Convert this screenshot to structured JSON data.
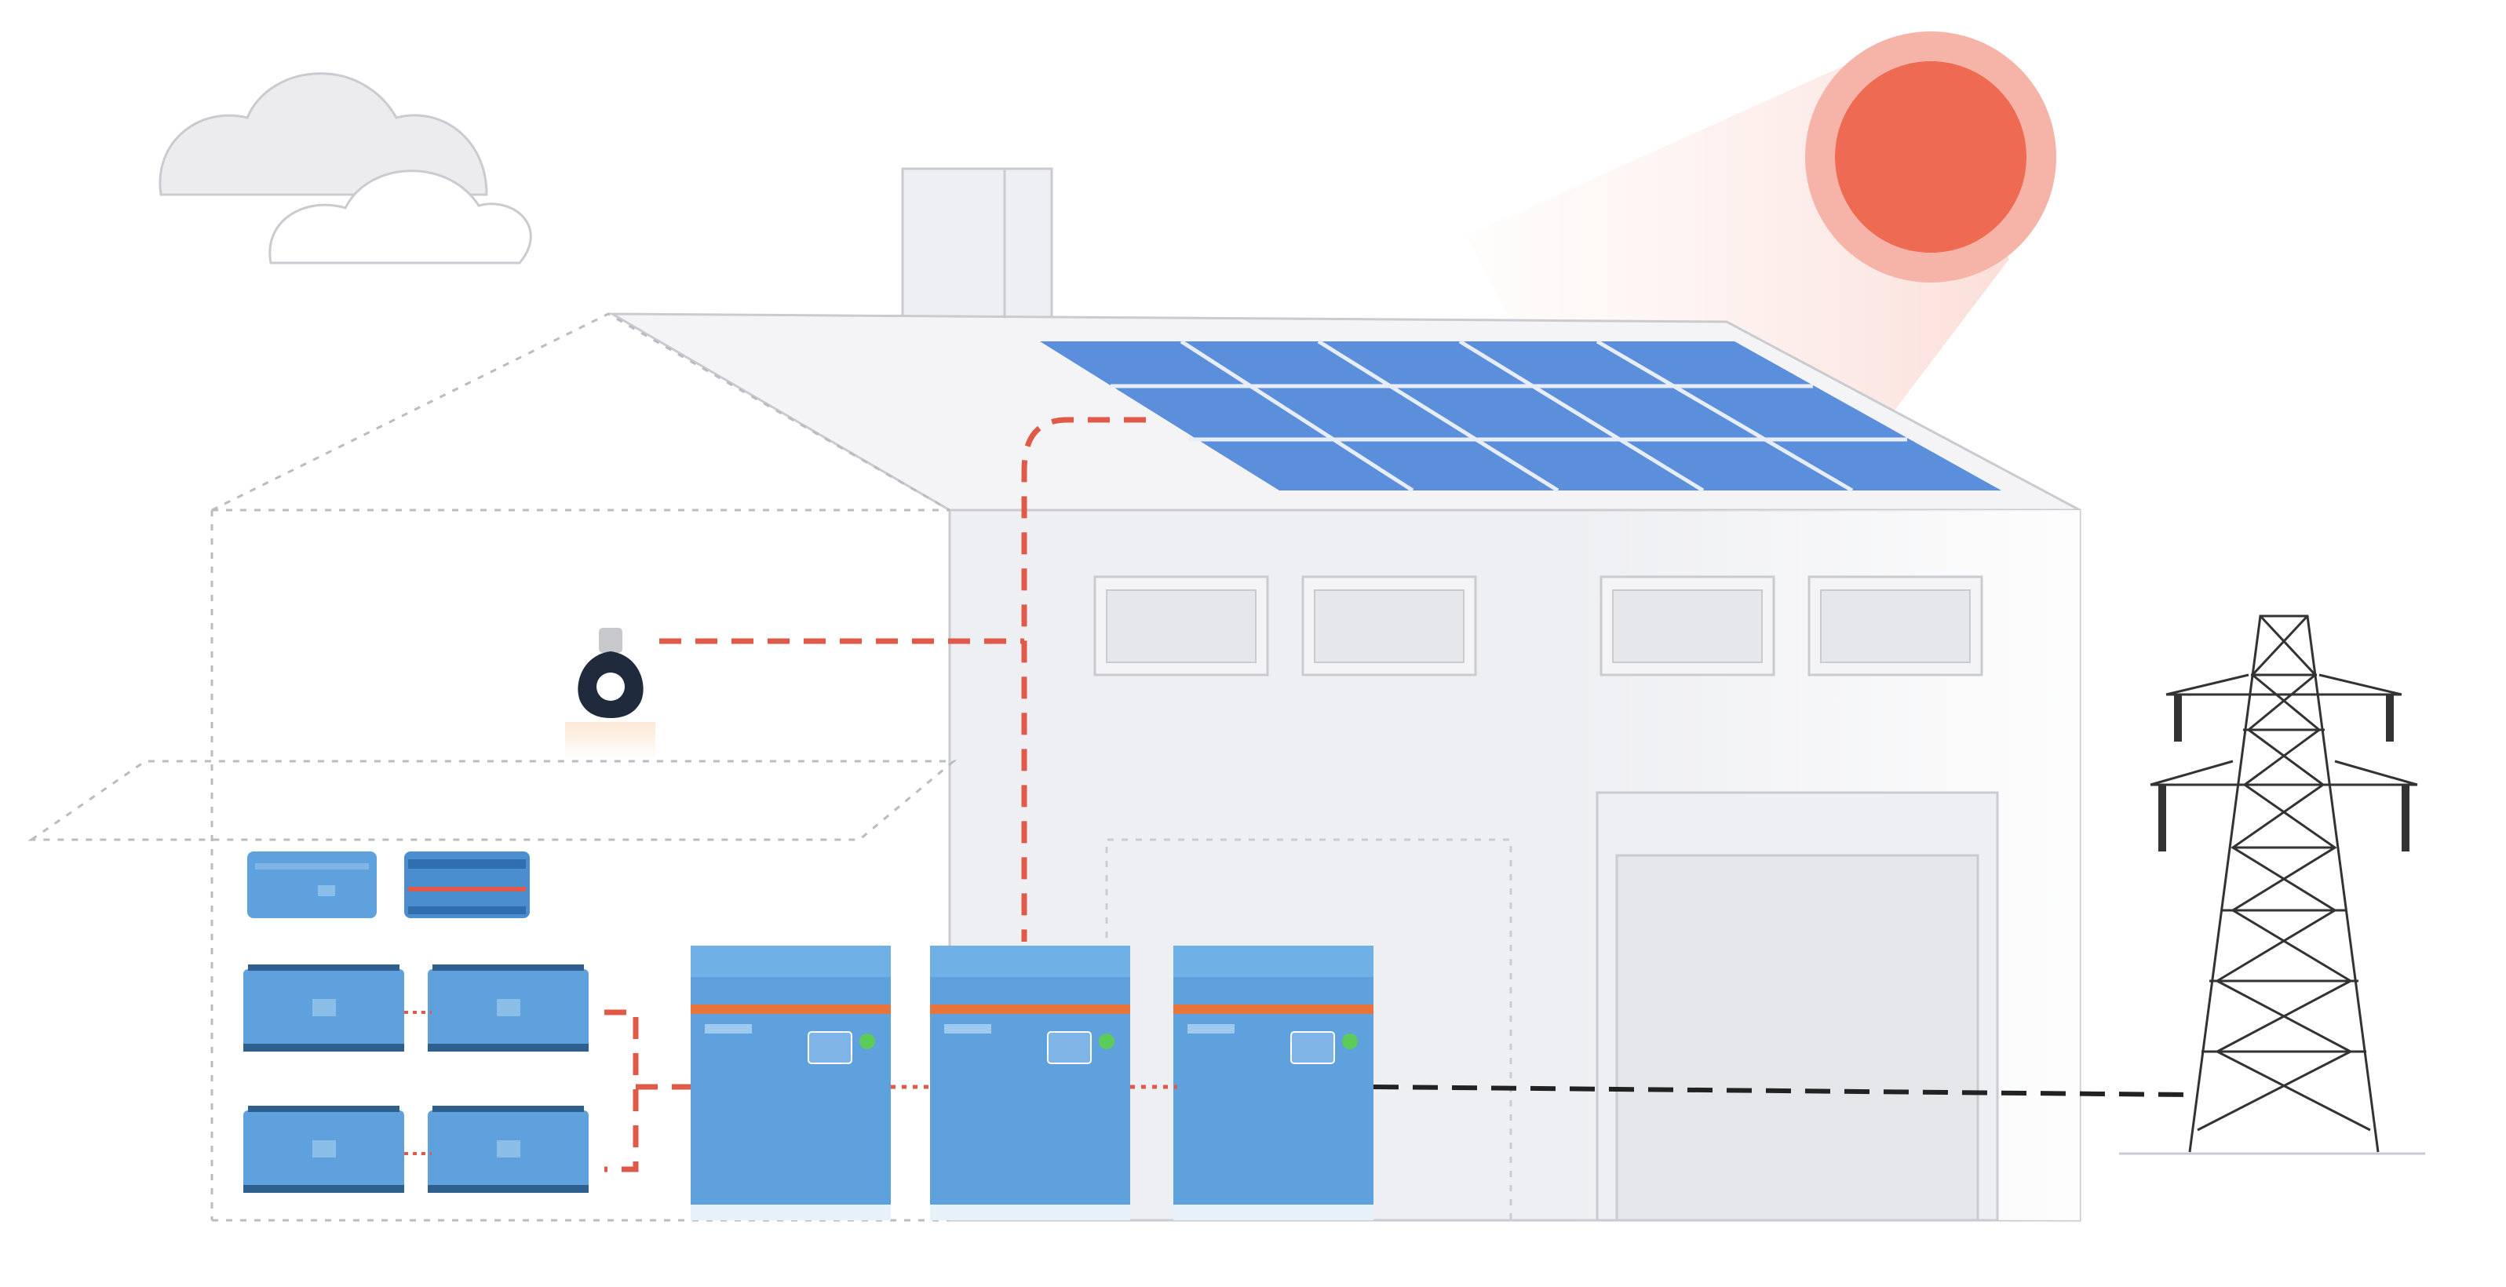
{
  "scene": {
    "description_items": [
      "cloud-left",
      "cloud-right",
      "sun",
      "building",
      "chimney",
      "solar-panel-array",
      "light-bulb",
      "inverter-charger-units",
      "battery-packs",
      "charge-controllers",
      "garage-door",
      "transmission-tower"
    ]
  },
  "colors": {
    "background": "#ffffff",
    "building_outline": "#cfd2d8",
    "building_fill": "#eeeff2",
    "solar_blue": "#4f86d6",
    "device_blue": "#5ea1dc",
    "device_dark_blue": "#3f7fbf",
    "sun_outer": "#f39a8c",
    "sun_inner": "#ef6a52",
    "sun_ray": "#fbe1dc",
    "dc_wire_red": "#e05a4a",
    "ac_wire_black": "#222222",
    "tower_line": "#333333",
    "status_green": "#5ccb5a",
    "accent_orange": "#e8743b"
  },
  "inverters": [
    {
      "id": "inverter-1"
    },
    {
      "id": "inverter-2"
    },
    {
      "id": "inverter-3"
    }
  ],
  "batteries": [
    {
      "id": "battery-1"
    },
    {
      "id": "battery-2"
    },
    {
      "id": "battery-3"
    },
    {
      "id": "battery-4"
    }
  ],
  "controllers": [
    {
      "id": "controller-1"
    },
    {
      "id": "controller-2"
    }
  ]
}
